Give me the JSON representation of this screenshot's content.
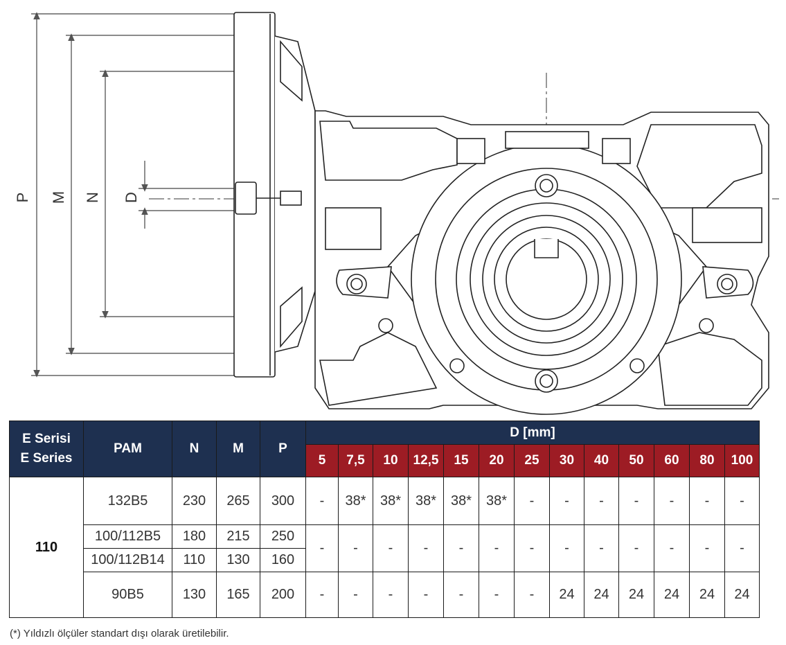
{
  "dimension_labels": {
    "p": "P",
    "m": "M",
    "n": "N",
    "d": "D"
  },
  "table": {
    "header": {
      "series_line1": "E Serisi",
      "series_line2": "E Series",
      "pam": "PAM",
      "n": "N",
      "m": "M",
      "p": "P",
      "d_group": "D [mm]",
      "d_columns": [
        "5",
        "7,5",
        "10",
        "12,5",
        "15",
        "20",
        "25",
        "30",
        "40",
        "50",
        "60",
        "80",
        "100"
      ]
    },
    "series": "110",
    "rows": [
      {
        "pam": "132B5",
        "n": "230",
        "m": "265",
        "p": "300",
        "d": [
          "-",
          "38*",
          "38*",
          "38*",
          "38*",
          "38*",
          "-",
          "-",
          "-",
          "-",
          "-",
          "-",
          "-"
        ]
      },
      {
        "pam": "100/112B5",
        "n": "180",
        "m": "215",
        "p": "250"
      },
      {
        "pam": "100/112B14",
        "n": "110",
        "m": "130",
        "p": "160"
      },
      {
        "pam": "90B5",
        "n": "130",
        "m": "165",
        "p": "200",
        "d": [
          "-",
          "-",
          "-",
          "-",
          "-",
          "-",
          "-",
          "24",
          "24",
          "24",
          "24",
          "24",
          "24"
        ]
      }
    ],
    "merged_d": [
      "-",
      "-",
      "-",
      "-",
      "-",
      "-",
      "-",
      "-",
      "-",
      "-",
      "-",
      "-",
      "-"
    ]
  },
  "footnote": "(*) Yıldızlı ölçüler standart dışı olarak üretilebilir.",
  "colors": {
    "header_navy": "#1e3050",
    "header_red": "#9d1c24"
  }
}
